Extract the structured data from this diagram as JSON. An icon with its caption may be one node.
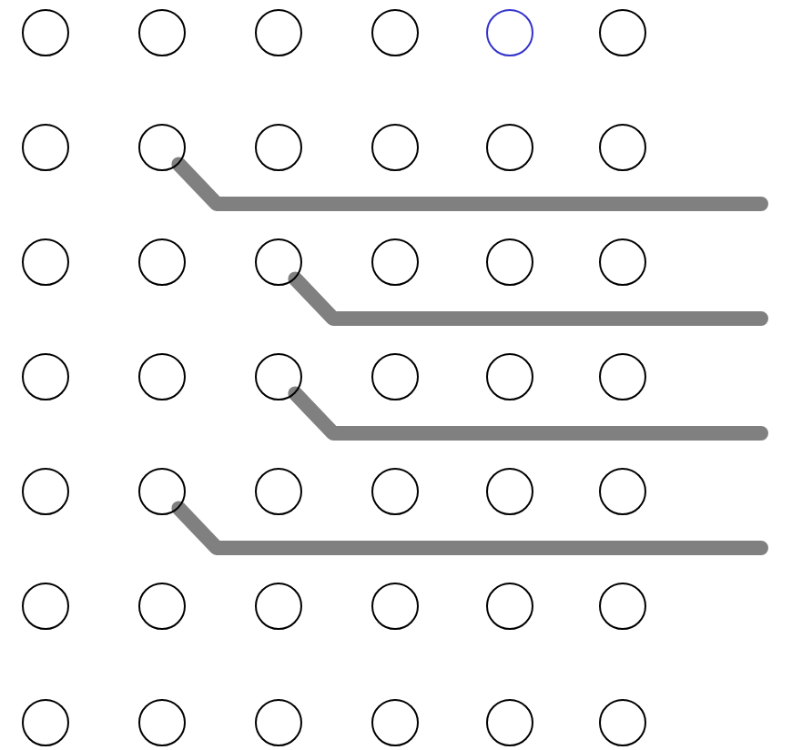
{
  "diagram": {
    "nodes": [
      {
        "text": [],
        "shape": "circle"
      },
      {
        "text": [],
        "shape": "circle"
      },
      {
        "text": [],
        "shape": "circle"
      },
      {
        "text": [],
        "shape": "circle"
      },
      {
        "text": [],
        "shape": "circle"
      },
      {
        "text": [],
        "shape": "circle"
      },
      {
        "text": [],
        "shape": "circle"
      },
      {
        "text": [],
        "shape": "circle"
      },
      {
        "text": [],
        "shape": "circle"
      },
      {
        "text": [],
        "shape": "circle"
      },
      {
        "text": [],
        "shape": "circle"
      },
      {
        "text": [],
        "shape": "circle"
      },
      {
        "text": [],
        "shape": "circle"
      },
      {
        "text": [],
        "shape": "circle"
      },
      {
        "text": [],
        "shape": "circle"
      },
      {
        "text": [],
        "shape": "circle"
      },
      {
        "text": [],
        "shape": "circle"
      },
      {
        "text": [],
        "shape": "circle"
      },
      {
        "text": [],
        "shape": "circle"
      },
      {
        "text": [],
        "shape": "circle"
      },
      {
        "text": [],
        "shape": "circle"
      },
      {
        "text": [],
        "shape": "circle"
      },
      {
        "text": [],
        "shape": "circle"
      },
      {
        "text": [],
        "shape": "circle"
      },
      {
        "text": [],
        "shape": "circle"
      },
      {
        "text": [],
        "shape": "circle"
      },
      {
        "text": [],
        "shape": "circle"
      },
      {
        "text": [],
        "shape": "circle"
      },
      {
        "text": [],
        "shape": "circle"
      },
      {
        "text": [],
        "shape": "circle"
      },
      {
        "text": [],
        "shape": "circle"
      },
      {
        "text": [],
        "shape": "circle"
      },
      {
        "text": [],
        "shape": "circle"
      },
      {
        "text": [],
        "shape": "circle"
      },
      {
        "text": [],
        "shape": "circle"
      },
      {
        "text": [],
        "shape": "circle"
      },
      {
        "text": [],
        "shape": "circle"
      },
      {
        "text": [],
        "shape": "circle"
      },
      {
        "text": [],
        "shape": "circle"
      },
      {
        "text": [],
        "shape": "circle"
      },
      {
        "text": [],
        "shape": "circle"
      },
      {
        "text": [],
        "shape": "circle"
      }
    ],
    "edges": [
      {
        "from": 7,
        "to": null,
        "arrow": "none"
      },
      {
        "from": 14,
        "to": null,
        "arrow": "none"
      },
      {
        "from": 20,
        "to": null,
        "arrow": "none"
      },
      {
        "from": 25,
        "to": null,
        "arrow": "none"
      }
    ]
  }
}
